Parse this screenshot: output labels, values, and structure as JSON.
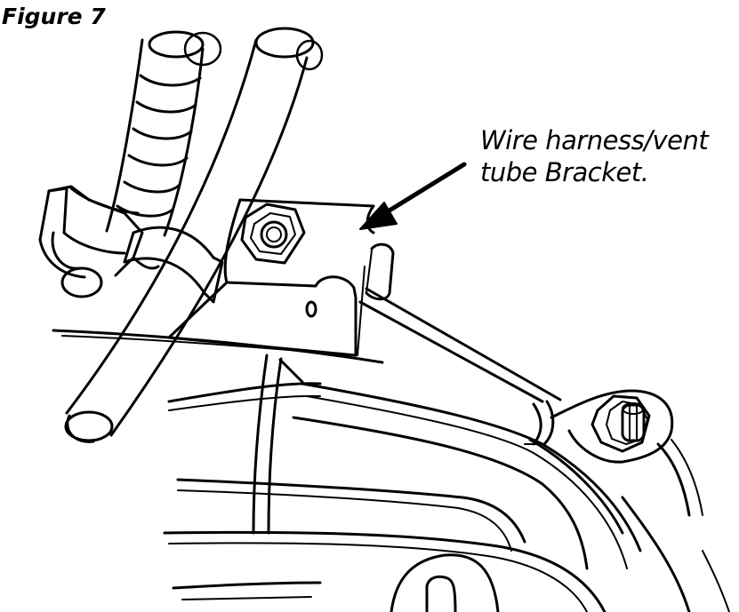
{
  "figure": {
    "title": "Figure 7"
  },
  "callout": {
    "line1": "Wire harness/vent",
    "line2": "tube Bracket."
  }
}
